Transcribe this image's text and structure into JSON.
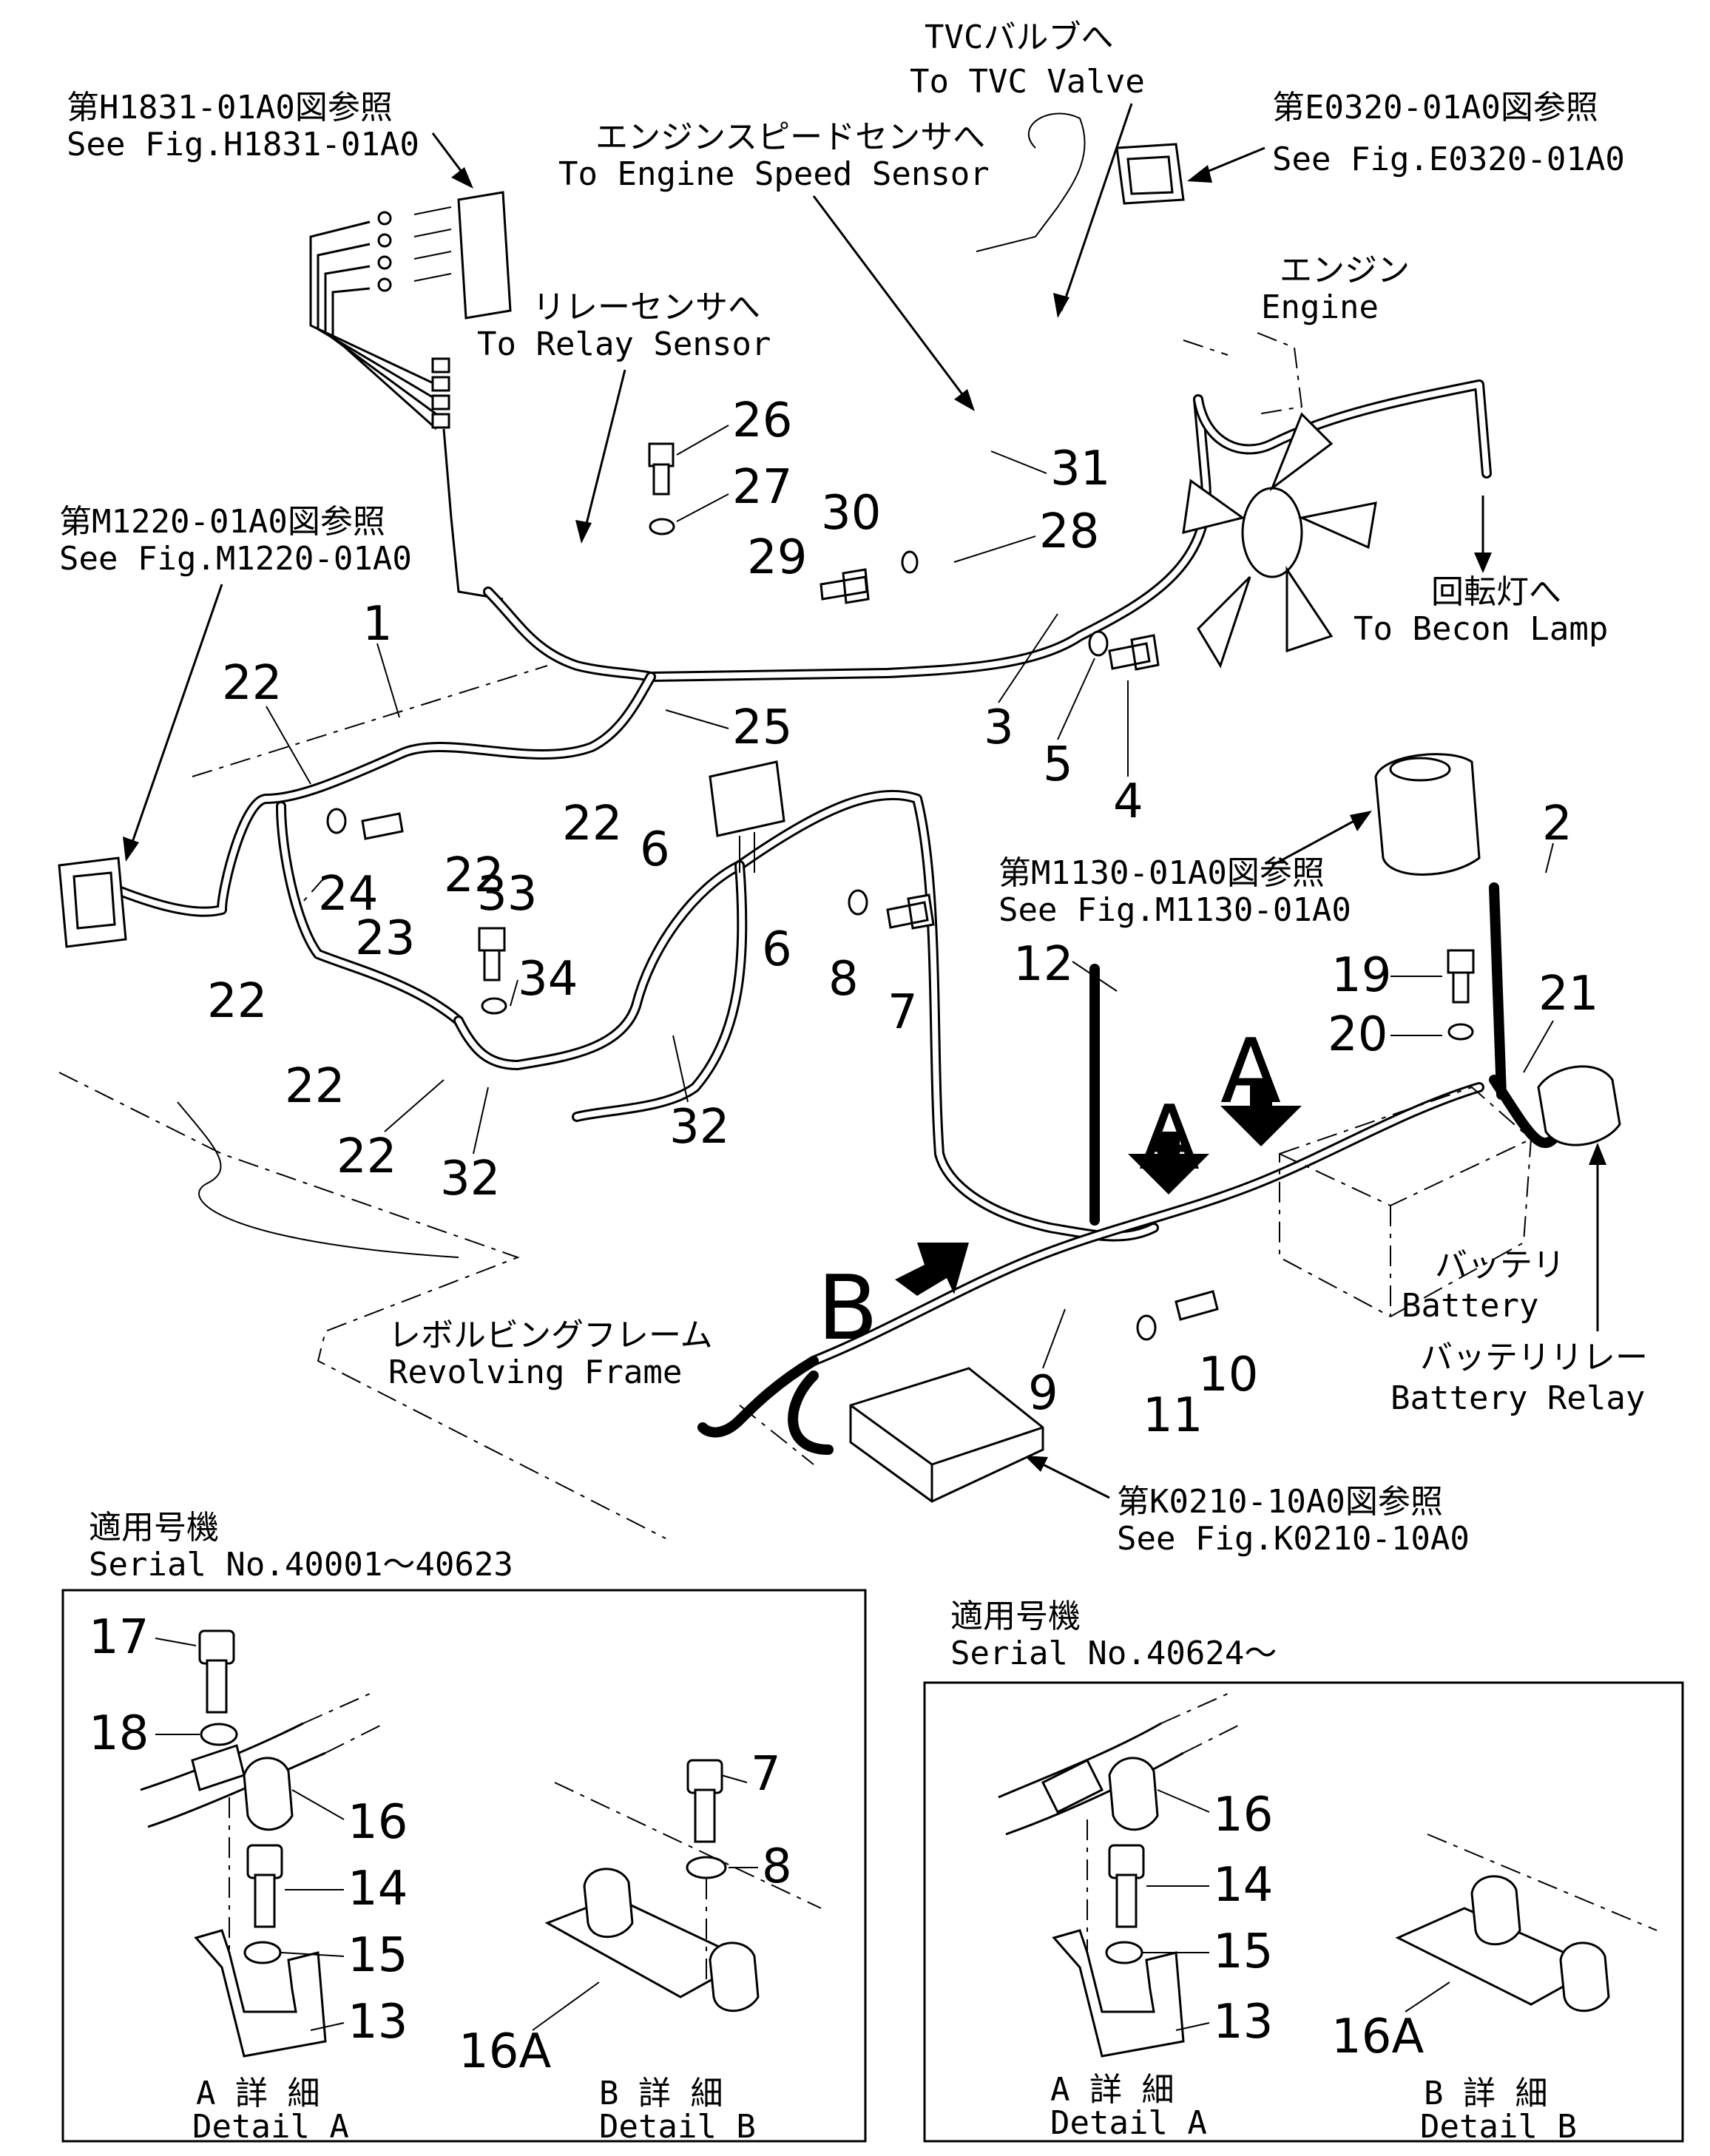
{
  "references": {
    "h1831": {
      "jp": "第H1831-01A0図参照",
      "en": "See Fig.H1831-01A0"
    },
    "e0320": {
      "jp": "第E0320-01A0図参照",
      "en": "See Fig.E0320-01A0"
    },
    "m1220": {
      "jp": "第M1220-01A0図参照",
      "en": "See Fig.M1220-01A0"
    },
    "m1130": {
      "jp": "第M1130-01A0図参照",
      "en": "See Fig.M1130-01A0"
    },
    "k0210": {
      "jp": "第K0210-10A0図参照",
      "en": "See Fig.K0210-10A0"
    }
  },
  "destinations": {
    "tvc_valve": {
      "jp": "TVCバルブへ",
      "en": "To TVC Valve"
    },
    "engine_speed_sensor": {
      "jp": "エンジンスピードセンサへ",
      "en": "To Engine Speed Sensor"
    },
    "relay_sensor": {
      "jp": "リレーセンサへ",
      "en": "To Relay Sensor"
    },
    "engine": {
      "jp": "エンジン",
      "en": "Engine"
    },
    "becon_lamp": {
      "jp": "回転灯へ",
      "en": "To Becon Lamp"
    },
    "revolving_frame": {
      "jp": "レボルビングフレーム",
      "en": "Revolving Frame"
    },
    "battery": {
      "jp": "バッテリ",
      "en": "Battery"
    },
    "battery_relay": {
      "jp": "バッテリリレー",
      "en": "Battery Relay"
    }
  },
  "view_markers": {
    "a": "A",
    "b": "B"
  },
  "callouts": [
    "1",
    "2",
    "3",
    "4",
    "5",
    "6",
    "6",
    "7",
    "8",
    "9",
    "10",
    "11",
    "12",
    "19",
    "20",
    "21",
    "22",
    "22",
    "22",
    "22",
    "22",
    "22",
    "23",
    "24",
    "25",
    "26",
    "27",
    "28",
    "29",
    "30",
    "31",
    "32",
    "32",
    "33",
    "34"
  ],
  "inset_left": {
    "serial_jp": "適用号機",
    "serial_en": "Serial No.40001～40623",
    "callouts": [
      "17",
      "18",
      "16",
      "14",
      "15",
      "13",
      "7",
      "8",
      "16A"
    ],
    "detail_a": {
      "jp": "A 詳 細",
      "en": "Detail A"
    },
    "detail_b": {
      "jp": "B 詳 細",
      "en": "Detail B"
    }
  },
  "inset_right": {
    "serial_jp": "適用号機",
    "serial_en": "Serial No.40624～",
    "callouts": [
      "16",
      "14",
      "15",
      "13",
      "16A"
    ],
    "detail_a": {
      "jp": "A 詳 細",
      "en": "Detail A"
    },
    "detail_b": {
      "jp": "B 詳 細",
      "en": "Detail B"
    }
  }
}
